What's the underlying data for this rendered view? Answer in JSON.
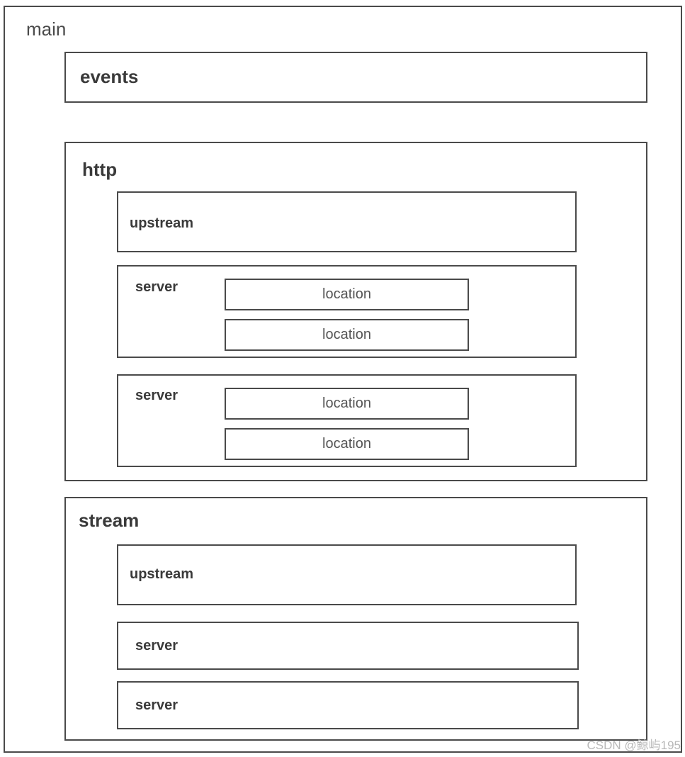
{
  "main": {
    "label": "main"
  },
  "events": {
    "label": "events"
  },
  "http": {
    "label": "http",
    "upstream": "upstream",
    "servers": [
      {
        "label": "server",
        "locations": [
          "location",
          "location"
        ]
      },
      {
        "label": "server",
        "locations": [
          "location",
          "location"
        ]
      }
    ]
  },
  "stream": {
    "label": "stream",
    "upstream": "upstream",
    "servers": [
      "server",
      "server"
    ]
  },
  "watermark": "CSDN @鲸屿195"
}
